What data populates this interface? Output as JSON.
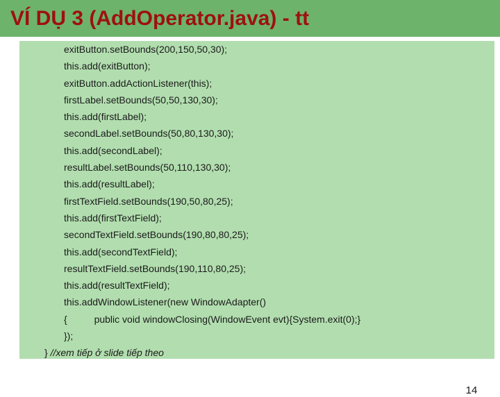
{
  "slide": {
    "title": "VÍ DỤ 3 (AddOperator.java) - tt",
    "page_number": "14",
    "colors": {
      "title_band": "#6DB36B",
      "title_text": "#9E1010",
      "content_box": "#B2DEAF",
      "code_text": "#1A1A1A",
      "slide_background": "#FFFFFF"
    },
    "code_lines": [
      {
        "text": "exitButton.setBounds(200,150,50,30);",
        "indent": "indent-1"
      },
      {
        "text": "this.add(exitButton);",
        "indent": "indent-1"
      },
      {
        "text": "exitButton.addActionListener(this);",
        "indent": "indent-1"
      },
      {
        "text": "firstLabel.setBounds(50,50,130,30);",
        "indent": "indent-1"
      },
      {
        "text": "this.add(firstLabel);",
        "indent": "indent-1"
      },
      {
        "text": "secondLabel.setBounds(50,80,130,30);",
        "indent": "indent-1"
      },
      {
        "text": "this.add(secondLabel);",
        "indent": "indent-1"
      },
      {
        "text": "resultLabel.setBounds(50,110,130,30);",
        "indent": "indent-1"
      },
      {
        "text": "this.add(resultLabel);",
        "indent": "indent-1"
      },
      {
        "text": "firstTextField.setBounds(190,50,80,25);",
        "indent": "indent-1"
      },
      {
        "text": "this.add(firstTextField);",
        "indent": "indent-1"
      },
      {
        "text": "secondTextField.setBounds(190,80,80,25);",
        "indent": "indent-1"
      },
      {
        "text": "this.add(secondTextField);",
        "indent": "indent-1"
      },
      {
        "text": "resultTextField.setBounds(190,110,80,25);",
        "indent": "indent-1"
      },
      {
        "text": "this.add(resultTextField);",
        "indent": "indent-1"
      },
      {
        "text": "this.addWindowListener(new WindowAdapter()",
        "indent": "indent-1"
      },
      {
        "text": "{          public void windowClosing(WindowEvent evt){System.exit(0);}",
        "indent": "indent-1"
      },
      {
        "text": "});",
        "indent": "indent-1"
      },
      {
        "text": "} //xem tiếp ở slide tiếp theo",
        "indent": "indent-2"
      }
    ]
  }
}
